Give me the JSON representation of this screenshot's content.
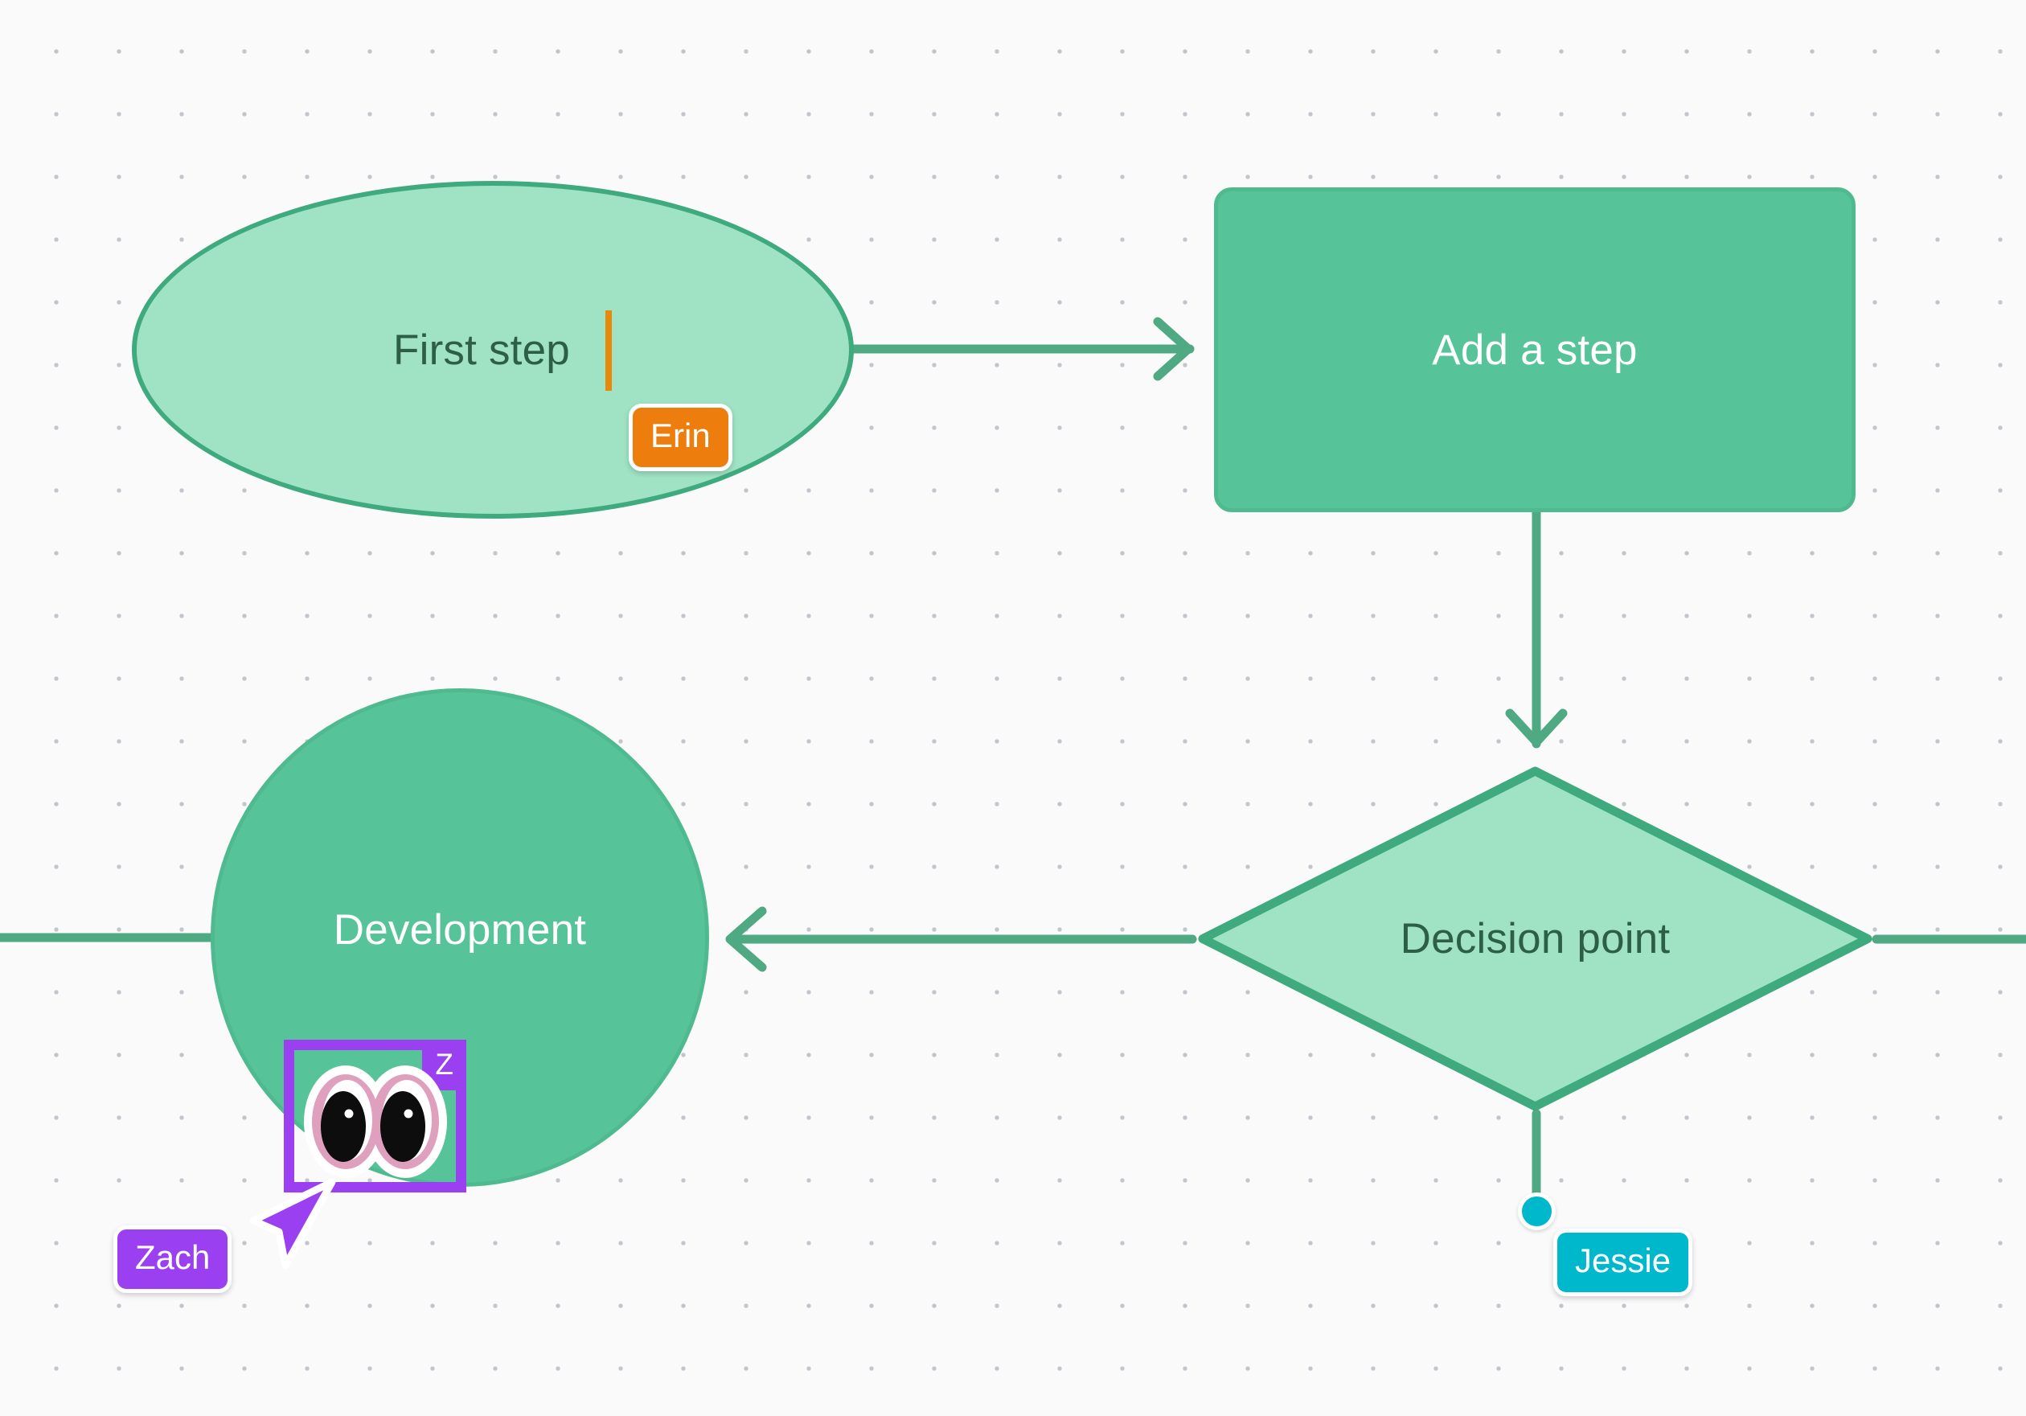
{
  "canvas": {
    "background_color": "#fafafa",
    "dot_grid_color": "#c2c6cc",
    "name": "flowchart-canvas"
  },
  "nodes": [
    {
      "id": "first-step",
      "shape": "ellipse",
      "label": "First step",
      "fill": "#9fe3c4",
      "stroke": "#3faa7d",
      "text_color": "#2c5e48",
      "editing": true,
      "caret_color": "#e8890c"
    },
    {
      "id": "add-step",
      "shape": "rectangle",
      "label": "Add a step",
      "fill": "#57c398",
      "stroke": "#4fba90",
      "text_color": "#ffffff"
    },
    {
      "id": "development",
      "shape": "circle",
      "label": "Development",
      "fill": "#57c398",
      "stroke": "#4fba90",
      "text_color": "#ffffff"
    },
    {
      "id": "decision",
      "shape": "diamond",
      "label": "Decision point",
      "fill": "#9fe3c4",
      "stroke": "#3faa7d",
      "text_color": "#2c5e48"
    }
  ],
  "edges": [
    {
      "id": "first-step-to-add-step",
      "from": "first-step",
      "to": "add-step",
      "direction": "right",
      "arrowhead": true,
      "color": "#4fa983"
    },
    {
      "id": "add-step-to-decision",
      "from": "add-step",
      "to": "decision",
      "direction": "down",
      "arrowhead": true,
      "color": "#4fa983"
    },
    {
      "id": "decision-to-development",
      "from": "decision",
      "to": "development",
      "direction": "left",
      "arrowhead": true,
      "color": "#4fa983"
    },
    {
      "id": "decision-to-right-edge",
      "from": "decision",
      "to": "offscreen-right",
      "direction": "right",
      "arrowhead": false,
      "color": "#4fa983"
    },
    {
      "id": "development-to-left-edge",
      "from": "development",
      "to": "offscreen-left",
      "direction": "left",
      "arrowhead": false,
      "color": "#4fa983"
    },
    {
      "id": "decision-to-jessie-handle",
      "from": "decision",
      "to": "jessie-handle",
      "direction": "down",
      "arrowhead": false,
      "color": "#4fa983"
    }
  ],
  "collaborators": [
    {
      "id": "erin",
      "name": "Erin",
      "color": "#ed7d0c",
      "marker": "text-caret"
    },
    {
      "id": "zach",
      "name": "Zach",
      "color": "#9b40f0",
      "marker": "pointer-cursor",
      "initial": "Z",
      "reaction": "eyes-emoji",
      "selecting": "development"
    },
    {
      "id": "jessie",
      "name": "Jessie",
      "color": "#00b8cc",
      "marker": "connection-handle"
    }
  ]
}
